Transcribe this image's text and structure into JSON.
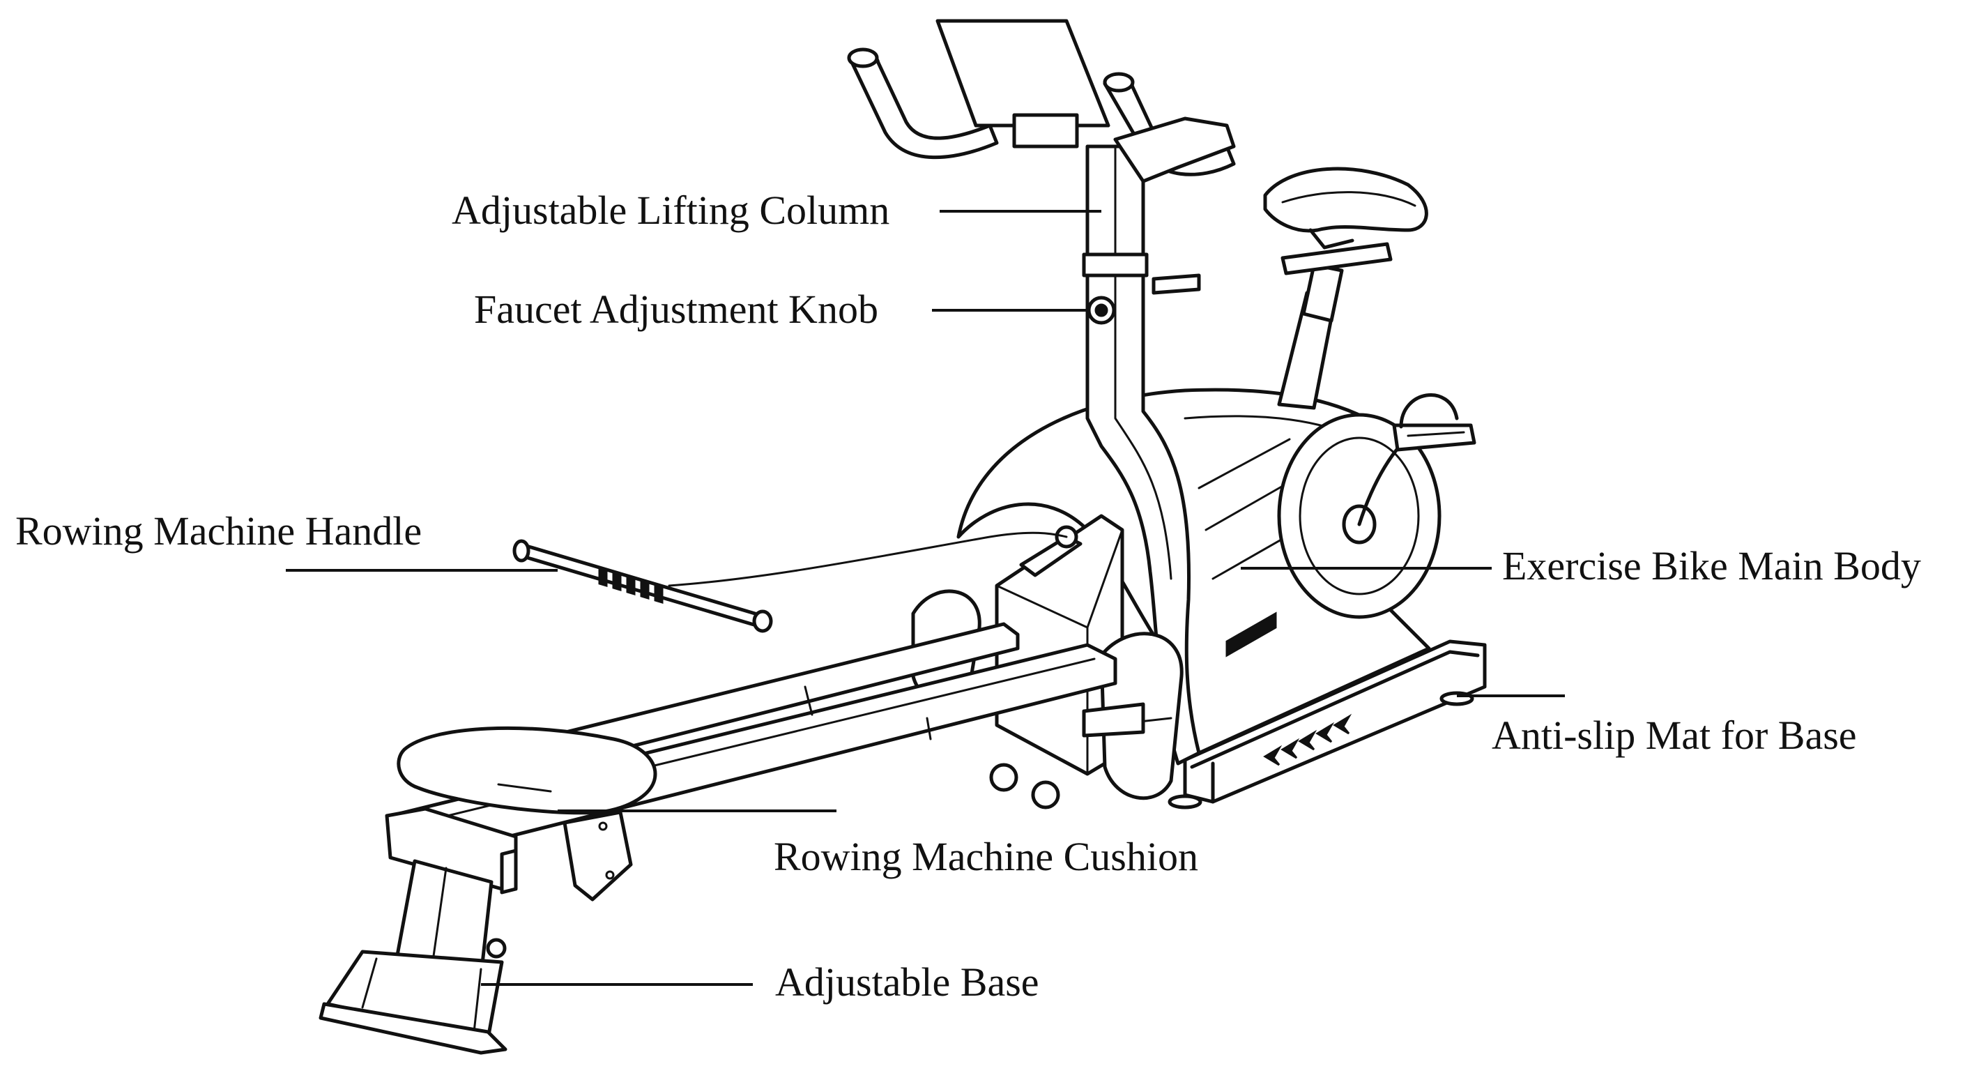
{
  "labels": {
    "adjustable_lifting_column": "Adjustable Lifting Column",
    "faucet_adjustment_knob": "Faucet Adjustment Knob",
    "rowing_machine_handle": "Rowing Machine Handle",
    "exercise_bike_main_body": "Exercise Bike Main Body",
    "anti_slip_mat_for_base": "Anti-slip Mat for Base",
    "rowing_machine_cushion": "Rowing Machine Cushion",
    "adjustable_base": "Adjustable Base"
  }
}
